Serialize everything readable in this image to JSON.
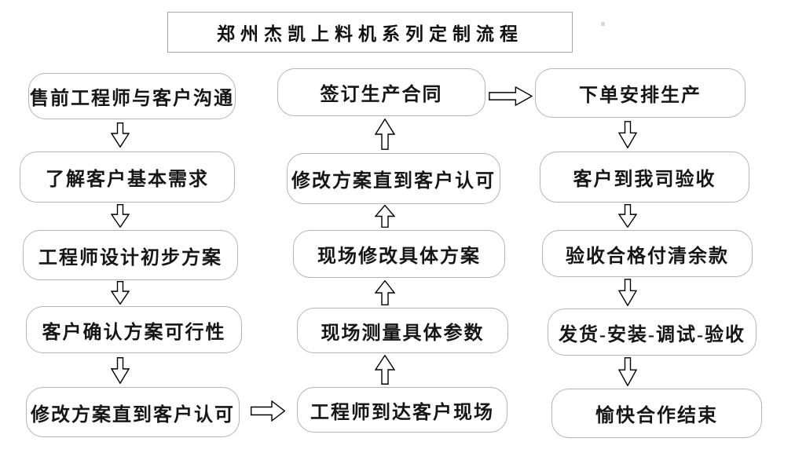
{
  "title": "郑州杰凯上料机系列定制流程",
  "columns": {
    "left": [
      "售前工程师与客户沟通",
      "了解客户基本需求",
      "工程师设计初步方案",
      "客户确认方案可行性",
      "修改方案直到客户认可"
    ],
    "middle": [
      "签订生产合同",
      "修改方案直到客户认可",
      "现场修改具体方案",
      "现场测量具体参数",
      "工程师到达客户现场"
    ],
    "right": [
      "下单安排生产",
      "客户到我司验收",
      "验收合格付清余款",
      "发货-安装-调试-验收",
      "愉快合作结束"
    ]
  },
  "icons": {
    "down_arrow": "⇩",
    "up_arrow": "⇧",
    "right_arrow": "⇨"
  },
  "colors": {
    "background": "#ffffff",
    "node_border": "#b4b4b4",
    "title_border": "#a6a6a6",
    "arrow_outline": "#000000",
    "text": "#161616"
  }
}
